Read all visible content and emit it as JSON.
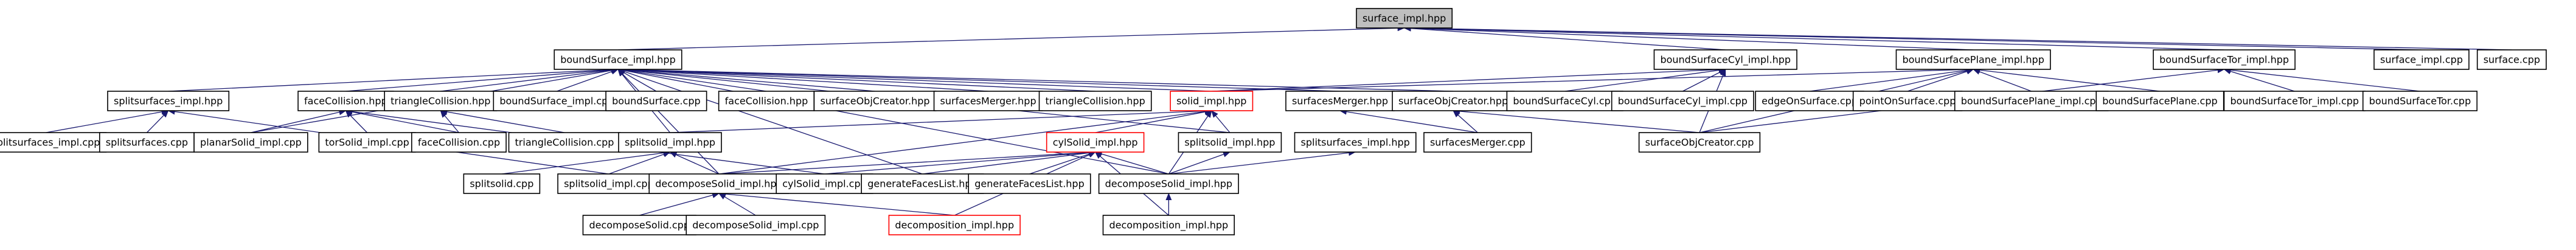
{
  "colors": {
    "edge": "#191970",
    "root_fill": "#bfbfbf",
    "highlight_border": "#ff0000",
    "node_border": "#000000",
    "background": "#ffffff"
  },
  "nodes": {
    "n_surface_impl_hpp": {
      "label": "surface_impl.hpp",
      "style": "root"
    },
    "n_boundSurface_impl_hpp": {
      "label": "boundSurface_impl.hpp"
    },
    "n_boundSurfaceCyl_impl_hpp": {
      "label": "boundSurfaceCyl_impl.hpp"
    },
    "n_boundSurfacePlane_impl_hpp": {
      "label": "boundSurfacePlane_impl.hpp"
    },
    "n_boundSurfaceTor_impl_hpp": {
      "label": "boundSurfaceTor_impl.hpp"
    },
    "n_surface_impl_cpp": {
      "label": "surface_impl.cpp"
    },
    "n_surface_cpp": {
      "label": "surface.cpp"
    },
    "n_splitsurfaces_impl_hpp_a": {
      "label": "splitsurfaces_impl.hpp"
    },
    "n_faceCollision_hpp_a": {
      "label": "faceCollision.hpp"
    },
    "n_triangleCollision_hpp_a": {
      "label": "triangleCollision.hpp"
    },
    "n_boundSurface_impl_cpp": {
      "label": "boundSurface_impl.cpp"
    },
    "n_boundSurface_cpp": {
      "label": "boundSurface.cpp"
    },
    "n_faceCollision_hpp_b": {
      "label": "faceCollision.hpp"
    },
    "n_surfaceObjCreator_hpp_a": {
      "label": "surfaceObjCreator.hpp"
    },
    "n_surfacesMerger_hpp_a": {
      "label": "surfacesMerger.hpp"
    },
    "n_triangleCollision_hpp_b": {
      "label": "triangleCollision.hpp"
    },
    "n_solid_impl_hpp": {
      "label": "solid_impl.hpp",
      "style": "red"
    },
    "n_surfacesMerger_hpp_b": {
      "label": "surfacesMerger.hpp"
    },
    "n_surfaceObjCreator_hpp_b": {
      "label": "surfaceObjCreator.hpp"
    },
    "n_boundSurfaceCyl_cpp": {
      "label": "boundSurfaceCyl.cpp"
    },
    "n_boundSurfaceCyl_impl_cpp": {
      "label": "boundSurfaceCyl_impl.cpp"
    },
    "n_edgeOnSurface_cpp": {
      "label": "edgeOnSurface.cpp"
    },
    "n_pointOnSurface_cpp": {
      "label": "pointOnSurface.cpp"
    },
    "n_boundSurfacePlane_impl_cpp": {
      "label": "boundSurfacePlane_impl.cpp"
    },
    "n_boundSurfacePlane_cpp": {
      "label": "boundSurfacePlane.cpp"
    },
    "n_boundSurfaceTor_impl_cpp": {
      "label": "boundSurfaceTor_impl.cpp"
    },
    "n_boundSurfaceTor_cpp": {
      "label": "boundSurfaceTor.cpp"
    },
    "n_splitsurfaces_impl_cpp": {
      "label": "splitsurfaces_impl.cpp"
    },
    "n_splitsurfaces_cpp": {
      "label": "splitsurfaces.cpp"
    },
    "n_planarSolid_impl_cpp": {
      "label": "planarSolid_impl.cpp"
    },
    "n_torSolid_impl_cpp": {
      "label": "torSolid_impl.cpp"
    },
    "n_faceCollision_cpp": {
      "label": "faceCollision.cpp"
    },
    "n_triangleCollision_cpp": {
      "label": "triangleCollision.cpp"
    },
    "n_splitsolid_impl_hpp": {
      "label": "splitsolid_impl.hpp"
    },
    "n_cylSolid_impl_hpp": {
      "label": "cylSolid_impl.hpp",
      "style": "red"
    },
    "n_splitsolid_impl_hpp_b": {
      "label": "splitsolid_impl.hpp"
    },
    "n_splitsurfaces_impl_hpp_b": {
      "label": "splitsurfaces_impl.hpp"
    },
    "n_surfacesMerger_cpp": {
      "label": "surfacesMerger.cpp"
    },
    "n_surfaceObjCreator_cpp": {
      "label": "surfaceObjCreator.cpp"
    },
    "n_splitsolid_cpp": {
      "label": "splitsolid.cpp"
    },
    "n_splitsolid_impl_cpp": {
      "label": "splitsolid_impl.cpp"
    },
    "n_decomposeSolid_impl_hpp_a": {
      "label": "decomposeSolid_impl.hpp"
    },
    "n_cylSolid_impl_cpp": {
      "label": "cylSolid_impl.cpp"
    },
    "n_generateFacesList_hpp": {
      "label": "generateFacesList.hpp"
    },
    "n_generateFacesList_hpp_b": {
      "label": "generateFacesList.hpp"
    },
    "n_decomposeSolid_impl_hpp_b": {
      "label": "decomposeSolid_impl.hpp"
    },
    "n_decomposeSolid_cpp": {
      "label": "decomposeSolid.cpp"
    },
    "n_decomposeSolid_impl_cpp": {
      "label": "decomposeSolid_impl.cpp"
    },
    "n_decomposition_impl_hpp_red": {
      "label": "decomposition_impl.hpp",
      "style": "red"
    },
    "n_decomposition_impl_hpp": {
      "label": "decomposition_impl.hpp"
    }
  },
  "edges": [
    [
      "n_boundSurface_impl_hpp",
      "n_surface_impl_hpp"
    ],
    [
      "n_boundSurfaceCyl_impl_hpp",
      "n_surface_impl_hpp"
    ],
    [
      "n_boundSurfacePlane_impl_hpp",
      "n_surface_impl_hpp"
    ],
    [
      "n_boundSurfaceTor_impl_hpp",
      "n_surface_impl_hpp"
    ],
    [
      "n_surface_impl_cpp",
      "n_surface_impl_hpp"
    ],
    [
      "n_surface_cpp",
      "n_surface_impl_hpp"
    ],
    [
      "n_splitsurfaces_impl_hpp_a",
      "n_boundSurface_impl_hpp"
    ],
    [
      "n_faceCollision_hpp_a",
      "n_boundSurface_impl_hpp"
    ],
    [
      "n_triangleCollision_hpp_a",
      "n_boundSurface_impl_hpp"
    ],
    [
      "n_boundSurface_impl_cpp",
      "n_boundSurface_impl_hpp"
    ],
    [
      "n_boundSurface_cpp",
      "n_boundSurface_impl_hpp"
    ],
    [
      "n_faceCollision_hpp_b",
      "n_boundSurface_impl_hpp"
    ],
    [
      "n_surfaceObjCreator_hpp_a",
      "n_boundSurface_impl_hpp"
    ],
    [
      "n_surfacesMerger_hpp_a",
      "n_boundSurface_impl_hpp"
    ],
    [
      "n_triangleCollision_hpp_b",
      "n_boundSurface_impl_hpp"
    ],
    [
      "n_solid_impl_hpp",
      "n_boundSurface_impl_hpp"
    ],
    [
      "n_surfacesMerger_hpp_b",
      "n_boundSurface_impl_hpp"
    ],
    [
      "n_surfaceObjCreator_hpp_b",
      "n_boundSurface_impl_hpp"
    ],
    [
      "n_planarSolid_impl_cpp",
      "n_boundSurface_impl_hpp"
    ],
    [
      "n_decomposeSolid_impl_hpp_a",
      "n_boundSurface_impl_hpp"
    ],
    [
      "n_generateFacesList_hpp",
      "n_boundSurface_impl_hpp"
    ],
    [
      "n_decomposeSolid_impl_hpp_b",
      "n_boundSurface_impl_hpp"
    ],
    [
      "n_splitsolid_impl_hpp_b",
      "n_boundSurface_impl_hpp"
    ],
    [
      "n_splitsolid_impl_hpp",
      "n_boundSurface_impl_hpp"
    ],
    [
      "n_solid_impl_hpp",
      "n_boundSurfaceCyl_impl_hpp"
    ],
    [
      "n_boundSurfaceCyl_cpp",
      "n_boundSurfaceCyl_impl_hpp"
    ],
    [
      "n_boundSurfaceCyl_impl_cpp",
      "n_boundSurfaceCyl_impl_hpp"
    ],
    [
      "n_surfaceObjCreator_cpp",
      "n_boundSurfaceCyl_impl_hpp"
    ],
    [
      "n_solid_impl_hpp",
      "n_boundSurfacePlane_impl_hpp"
    ],
    [
      "n_edgeOnSurface_cpp",
      "n_boundSurfacePlane_impl_hpp"
    ],
    [
      "n_pointOnSurface_cpp",
      "n_boundSurfacePlane_impl_hpp"
    ],
    [
      "n_boundSurfacePlane_impl_cpp",
      "n_boundSurfacePlane_impl_hpp"
    ],
    [
      "n_boundSurfacePlane_cpp",
      "n_boundSurfacePlane_impl_hpp"
    ],
    [
      "n_surfaceObjCreator_cpp",
      "n_boundSurfacePlane_impl_hpp"
    ],
    [
      "n_boundSurfaceTor_impl_cpp",
      "n_boundSurfaceTor_impl_hpp"
    ],
    [
      "n_boundSurfaceTor_cpp",
      "n_boundSurfaceTor_impl_hpp"
    ],
    [
      "n_surfaceObjCreator_cpp",
      "n_boundSurfaceTor_impl_hpp"
    ],
    [
      "n_splitsurfaces_impl_cpp",
      "n_splitsurfaces_impl_hpp_a"
    ],
    [
      "n_splitsurfaces_cpp",
      "n_splitsurfaces_impl_hpp_a"
    ],
    [
      "n_splitsolid_impl_cpp",
      "n_splitsurfaces_impl_hpp_a"
    ],
    [
      "n_planarSolid_impl_cpp",
      "n_faceCollision_hpp_a"
    ],
    [
      "n_torSolid_impl_cpp",
      "n_faceCollision_hpp_a"
    ],
    [
      "n_faceCollision_cpp",
      "n_faceCollision_hpp_a"
    ],
    [
      "n_cylSolid_impl_cpp",
      "n_faceCollision_hpp_a"
    ],
    [
      "n_faceCollision_cpp",
      "n_triangleCollision_hpp_a"
    ],
    [
      "n_triangleCollision_cpp",
      "n_triangleCollision_hpp_a"
    ],
    [
      "n_splitsolid_impl_hpp",
      "n_solid_impl_hpp"
    ],
    [
      "n_cylSolid_impl_hpp",
      "n_solid_impl_hpp"
    ],
    [
      "n_splitsolid_impl_hpp_b",
      "n_solid_impl_hpp"
    ],
    [
      "n_decomposeSolid_impl_hpp_b",
      "n_solid_impl_hpp"
    ],
    [
      "n_decomposeSolid_impl_hpp_a",
      "n_solid_impl_hpp"
    ],
    [
      "n_surfacesMerger_cpp",
      "n_surfacesMerger_hpp_b"
    ],
    [
      "n_surfaceObjCreator_cpp",
      "n_surfaceObjCreator_hpp_b"
    ],
    [
      "n_surfacesMerger_cpp",
      "n_surfaceObjCreator_hpp_b"
    ],
    [
      "n_splitsolid_cpp",
      "n_splitsolid_impl_hpp"
    ],
    [
      "n_splitsolid_impl_cpp",
      "n_splitsolid_impl_hpp"
    ],
    [
      "n_decomposeSolid_impl_hpp_a",
      "n_splitsolid_impl_hpp"
    ],
    [
      "n_decomposeSolid_impl_hpp_a",
      "n_cylSolid_impl_hpp"
    ],
    [
      "n_cylSolid_impl_cpp",
      "n_cylSolid_impl_hpp"
    ],
    [
      "n_generateFacesList_hpp",
      "n_cylSolid_impl_hpp"
    ],
    [
      "n_generateFacesList_hpp_b",
      "n_cylSolid_impl_hpp"
    ],
    [
      "n_decomposeSolid_impl_hpp_b",
      "n_cylSolid_impl_hpp"
    ],
    [
      "n_decomposition_impl_hpp_red",
      "n_cylSolid_impl_hpp"
    ],
    [
      "n_decomposition_impl_hpp",
      "n_cylSolid_impl_hpp"
    ],
    [
      "n_decomposeSolid_impl_hpp_b",
      "n_splitsolid_impl_hpp_b"
    ],
    [
      "n_decomposeSolid_impl_hpp_b",
      "n_splitsurfaces_impl_hpp_b"
    ],
    [
      "n_decomposeSolid_cpp",
      "n_decomposeSolid_impl_hpp_a"
    ],
    [
      "n_decomposeSolid_impl_cpp",
      "n_decomposeSolid_impl_hpp_a"
    ],
    [
      "n_decomposition_impl_hpp_red",
      "n_decomposeSolid_impl_hpp_a"
    ],
    [
      "n_decomposition_impl_hpp",
      "n_decomposeSolid_impl_hpp_b"
    ]
  ]
}
